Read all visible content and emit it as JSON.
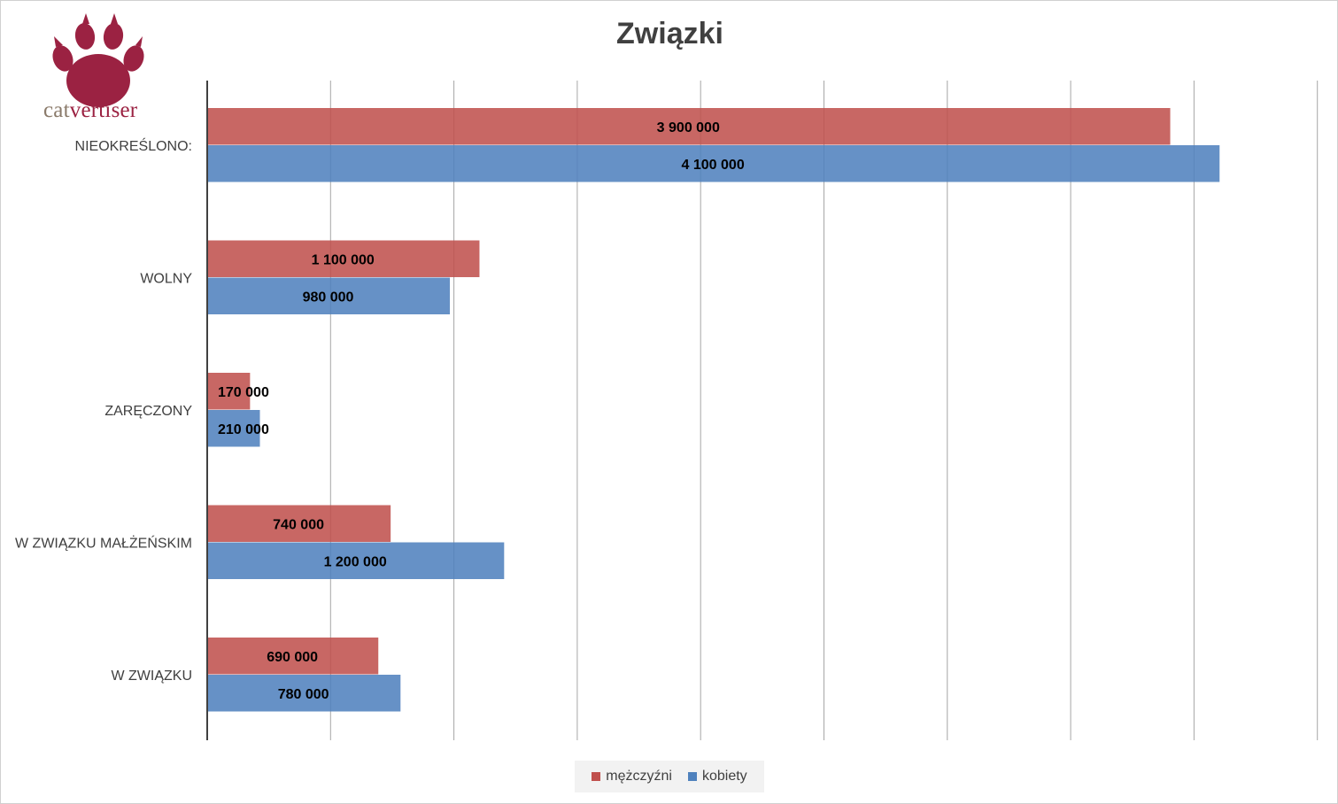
{
  "chart_data": {
    "type": "bar",
    "orientation": "horizontal",
    "title": "Związki",
    "categories": [
      "NIEOKREŚLONO:",
      "WOLNY",
      "ZARĘCZONY",
      "W ZWIĄZKU MAŁŻEŃSKIM",
      "W ZWIĄZKU"
    ],
    "series": [
      {
        "name": "mężczyźni",
        "color": "#c0504d",
        "values": [
          3900000,
          1100000,
          170000,
          740000,
          690000
        ],
        "labels": [
          "3 900 000",
          "1 100 000",
          "170 000",
          "740 000",
          "690 000"
        ]
      },
      {
        "name": "kobiety",
        "color": "#4f81bd",
        "values": [
          4100000,
          980000,
          210000,
          1200000,
          780000
        ],
        "labels": [
          "4 100 000",
          "980 000",
          "210 000",
          "1 200 000",
          "780 000"
        ]
      }
    ],
    "xlim": [
      0,
      4500000
    ],
    "grid": true,
    "legend_position": "bottom"
  },
  "logo": {
    "text_light": "cat",
    "text_bold": "vertiser",
    "color": "#9b2242"
  }
}
